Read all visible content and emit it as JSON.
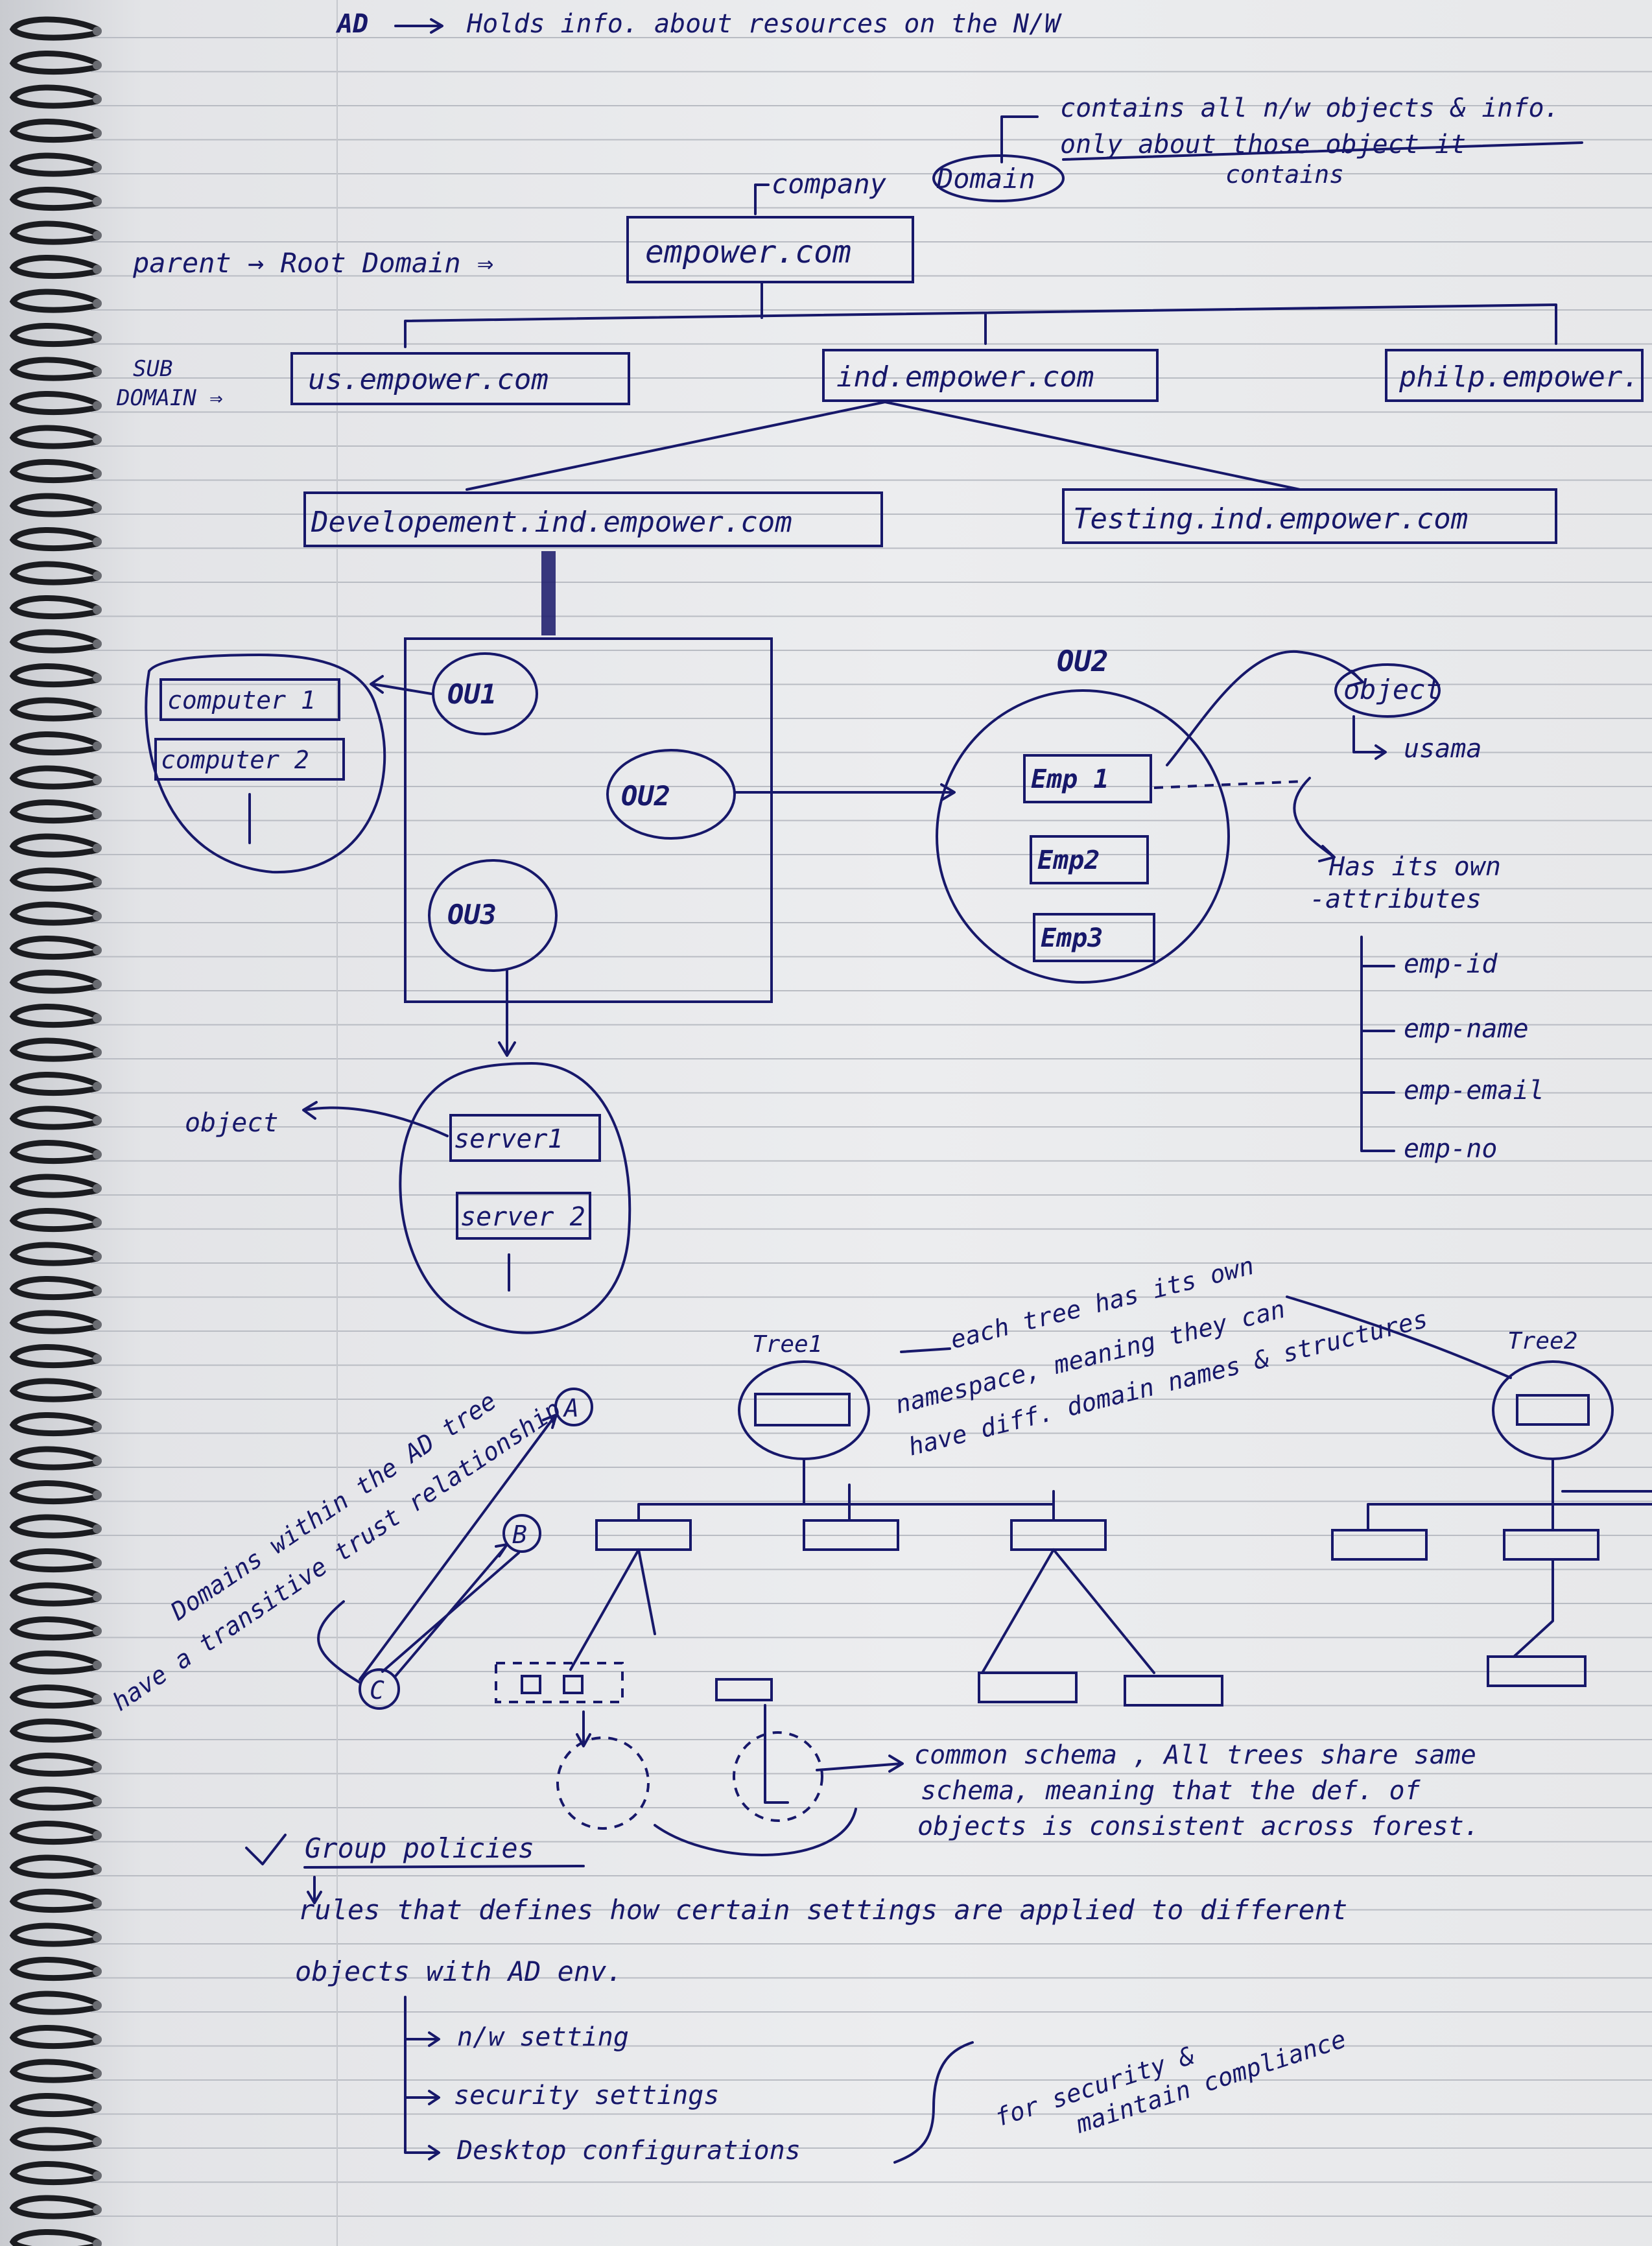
{
  "heading": {
    "ad_label": "AD",
    "ad_def": "Holds info. about resources on the N/W"
  },
  "domain_note": {
    "line1": "contains all n/w objects & info.",
    "line2": "only about those object it",
    "line3": "contains"
  },
  "labels": {
    "company": "company",
    "domain": "Domain",
    "parent_root": "parent → Root Domain ⇒",
    "sub_domain_1": "SUB",
    "sub_domain_2": "DOMAIN ⇒"
  },
  "domains": {
    "root": "empower.com",
    "us": "us.empower.com",
    "ind": "ind.empower.com",
    "philp": "philp.empower.",
    "dev": "Developement.ind.empower.com",
    "testing": "Testing.ind.empower.com"
  },
  "ous": {
    "ou1": "OU1",
    "ou2": "OU2",
    "ou3": "OU3",
    "ou2_title": "OU2"
  },
  "computers": [
    "computer 1",
    "computer 2"
  ],
  "servers": [
    "server1",
    "server 2"
  ],
  "employees": [
    "Emp 1",
    "Emp2",
    "Emp3"
  ],
  "object_note": {
    "object": "object",
    "usama": "usama",
    "has_own_1": "Has its own",
    "has_own_2": "-attributes",
    "attributes": [
      "emp-id",
      "emp-name",
      "emp-email",
      "emp-no"
    ]
  },
  "object_label": "object",
  "trust": {
    "line1": "Domains within the AD tree",
    "line2": "have a transitive trust relationship",
    "nodes": [
      "A",
      "B",
      "C"
    ]
  },
  "trees": {
    "tree1": "Tree1",
    "tree2": "Tree2",
    "namespace_1": "each tree has its own",
    "namespace_2": "namespace, meaning they can",
    "namespace_3": "have diff. domain names & structures"
  },
  "schema_note": {
    "line1": "common schema , All trees share same",
    "line2": "schema, meaning that the def. of",
    "line3": "objects is consistent across forest."
  },
  "group_policies": {
    "title": "Group policies",
    "def1": "rules that defines how certain settings are applied to different",
    "def2": "objects with AD env.",
    "items": [
      "n/w setting",
      "security settings",
      "Desktop configurations"
    ],
    "side_1": "for security &",
    "side_2": "maintain compliance"
  }
}
